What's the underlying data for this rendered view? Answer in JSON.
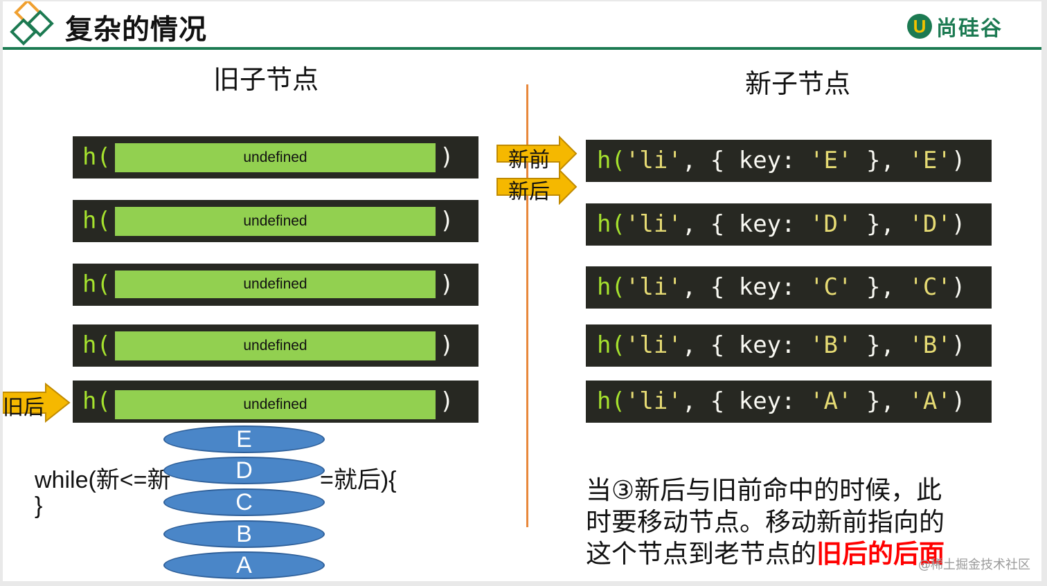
{
  "header": {
    "title": "复杂的情况",
    "brand": "尚硅谷",
    "brand_badge": "U"
  },
  "columns": {
    "old_title": "旧子节点",
    "new_title": "新子节点"
  },
  "old_nodes": {
    "fn": "h(",
    "close": ")",
    "rows": [
      "undefined",
      "undefined",
      "undefined",
      "undefined",
      "undefined"
    ]
  },
  "new_nodes": {
    "rows": [
      {
        "fn": "h(",
        "tag": "'li'",
        "mid": ", { key: ",
        "key": "'E'",
        "end": " }, ",
        "text": "'E'",
        "close": ")"
      },
      {
        "fn": "h(",
        "tag": "'li'",
        "mid": ", { key: ",
        "key": "'D'",
        "end": " }, ",
        "text": "'D'",
        "close": ")"
      },
      {
        "fn": "h(",
        "tag": "'li'",
        "mid": ", { key: ",
        "key": "'C'",
        "end": " }, ",
        "text": "'C'",
        "close": ")"
      },
      {
        "fn": "h(",
        "tag": "'li'",
        "mid": ", { key: ",
        "key": "'B'",
        "end": " }, ",
        "text": "'B'",
        "close": ")"
      },
      {
        "fn": "h(",
        "tag": "'li'",
        "mid": ", { key: ",
        "key": "'A'",
        "end": " }, ",
        "text": "'A'",
        "close": ")"
      }
    ]
  },
  "pointers": {
    "new_front": "新前",
    "new_back": "新后",
    "old_back": "旧后"
  },
  "code": {
    "line1_start": "while(新<=新",
    "line1_end": "=就后){",
    "line2": "}"
  },
  "stack": [
    "E",
    "D",
    "C",
    "B",
    "A"
  ],
  "note": {
    "line1": "当③新后与旧前命中的时候，此",
    "line2": "时要移动节点。移动新前指向的",
    "line3_plain": "这个节点到老节点的",
    "line3_red": "旧后的后面"
  },
  "watermark": "@稀土掘金技术社区",
  "colors": {
    "header_rule": "#1c7a52",
    "code_bg": "#272822",
    "slot_green": "#92d050",
    "divider": "#e8873a",
    "arrow": "#f5b800",
    "ellipse": "#4a86c8",
    "highlight": "#ff0000"
  }
}
